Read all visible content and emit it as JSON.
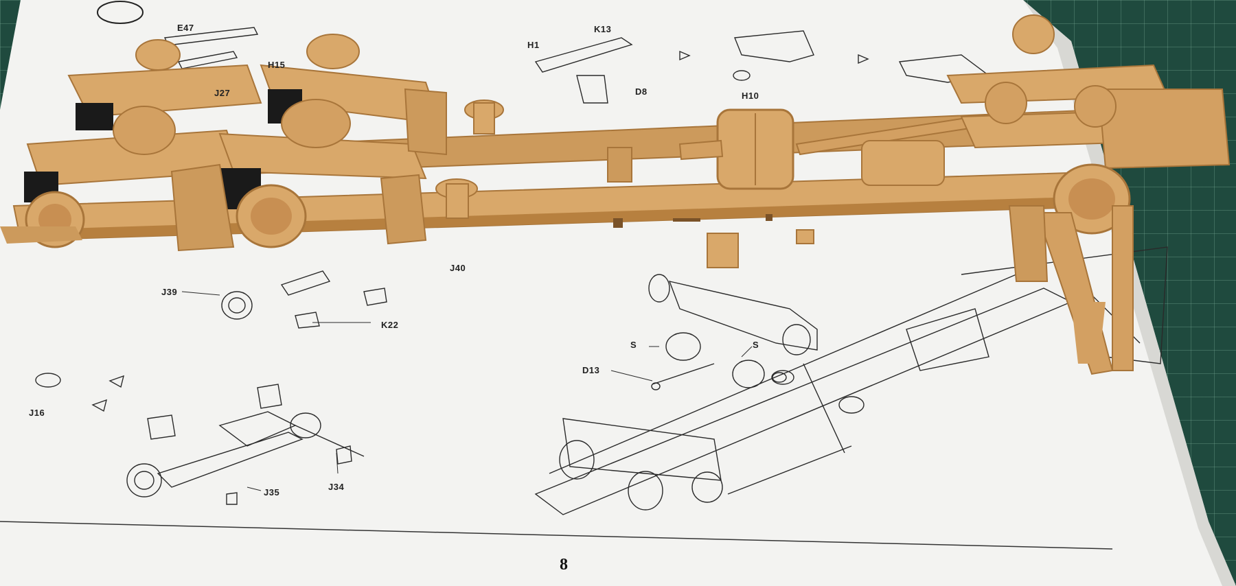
{
  "photo": {
    "subject": "model kit chassis on instruction sheet",
    "colors": {
      "mat": "#1f4a3e",
      "paper": "#f3f3f1",
      "plastic": "#d9a86a",
      "plastic_shadow": "#b7803f",
      "line_art": "#2a2a2a"
    }
  },
  "instruction_sheet": {
    "page_number": "8",
    "callouts": {
      "e47": "E47",
      "h15": "H15",
      "j27": "J27",
      "h1": "H1",
      "k13": "K13",
      "d8": "D8",
      "h10": "H10",
      "j40": "J40",
      "j39": "J39",
      "k22": "K22",
      "j16": "J16",
      "j35": "J35",
      "j34": "J34",
      "s_left": "S",
      "s_right": "S",
      "d13": "D13"
    }
  }
}
